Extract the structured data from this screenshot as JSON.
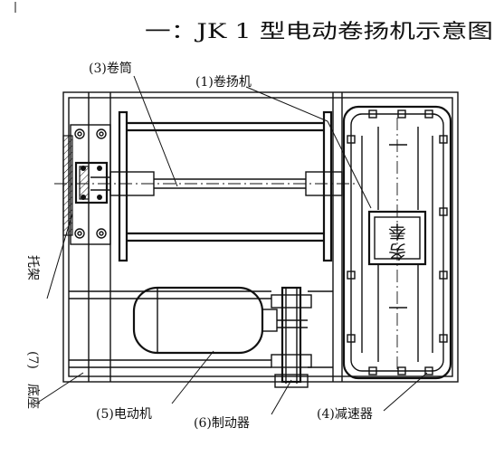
{
  "title": "一：JK 1 型电动卷扬机示意图",
  "labels": {
    "reel": "(3)卷筒",
    "winch": "(1)卷扬机",
    "bracket": "托架",
    "seat_num": "(7)",
    "seat": "底座",
    "motor": "(5)电动机",
    "brake": "(6)制动器",
    "reducer": "(4)减速器"
  },
  "box_text": {
    "char1": "奉",
    "char2": "务"
  }
}
